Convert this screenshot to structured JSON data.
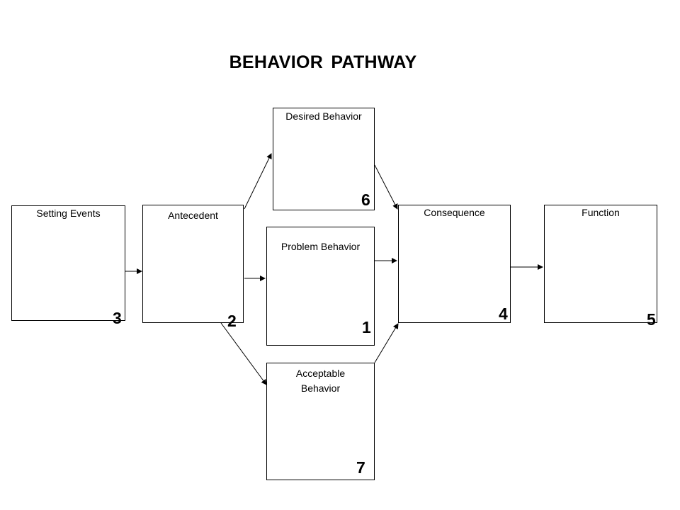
{
  "diagram": {
    "title": "BEHAVIOR  PATHWAY",
    "boxes": {
      "setting_events": {
        "label": "Setting Events",
        "number": "3"
      },
      "antecedent": {
        "label": "Antecedent",
        "number": "2"
      },
      "desired_behavior": {
        "label": "Desired Behavior",
        "number": "6"
      },
      "problem_behavior": {
        "label": "Problem Behavior",
        "number": "1"
      },
      "acceptable_behavior": {
        "label_line1": "Acceptable",
        "label_line2": "Behavior",
        "number": "7"
      },
      "consequence": {
        "label": "Consequence",
        "number": "4"
      },
      "function": {
        "label": "Function",
        "number": "5"
      }
    }
  }
}
